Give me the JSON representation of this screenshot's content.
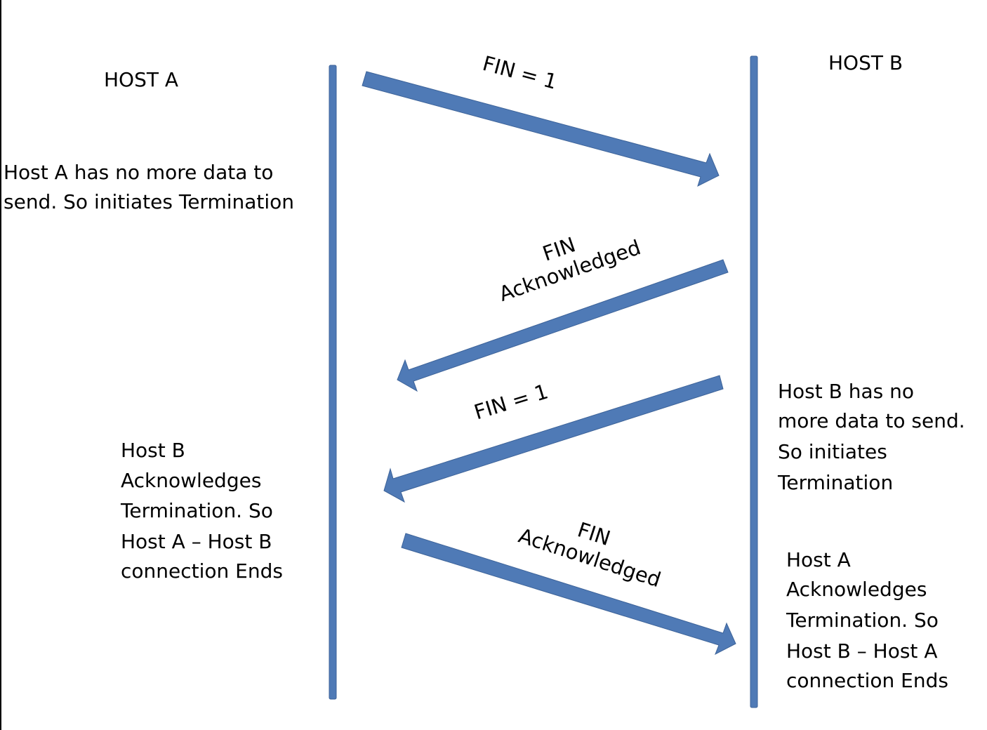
{
  "colors": {
    "timeline": "#4f7ab6",
    "timeline_stroke": "#3d6399",
    "text": "#000000",
    "background": "#ffffff"
  },
  "hosts": {
    "a": "HOST A",
    "b": "HOST B"
  },
  "messages": [
    {
      "direction": "A-to-B",
      "lines": [
        "FIN = 1"
      ]
    },
    {
      "direction": "B-to-A",
      "lines": [
        "FIN",
        "Acknowledged"
      ]
    },
    {
      "direction": "B-to-A",
      "lines": [
        "FIN = 1"
      ]
    },
    {
      "direction": "A-to-B",
      "lines": [
        "FIN",
        "Acknowledged"
      ]
    }
  ],
  "notes": {
    "host_a_initiates": [
      "Host A has no more data to",
      "send. So initiates Termination"
    ],
    "host_b_acknowledges": [
      "Host B",
      "Acknowledges",
      "Termination. So",
      "Host A – Host  B",
      "connection Ends"
    ],
    "host_b_initiates": [
      "Host B has no",
      "more data to send.",
      "So initiates",
      "Termination"
    ],
    "host_a_acknowledges": [
      "Host A",
      "Acknowledges",
      "Termination. So",
      "Host B – Host  A",
      "connection Ends"
    ]
  }
}
